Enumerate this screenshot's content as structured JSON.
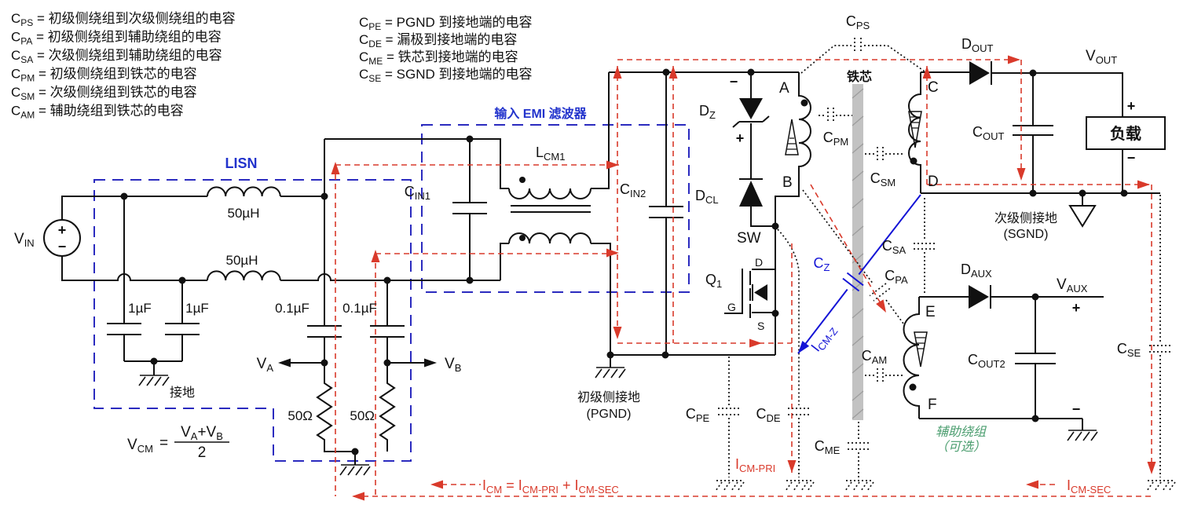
{
  "legend_left": [
    {
      "b": "C",
      "s": "PS",
      "rest": " = 初级侧绕组到次级侧绕组的电容"
    },
    {
      "b": "C",
      "s": "PA",
      "rest": " = 初级侧绕组到辅助绕组的电容"
    },
    {
      "b": "C",
      "s": "SA",
      "rest": " = 次级侧绕组到辅助绕组的电容"
    },
    {
      "b": "C",
      "s": "PM",
      "rest": " = 初级侧绕组到铁芯的电容"
    },
    {
      "b": "C",
      "s": "SM",
      "rest": " = 次级侧绕组到铁芯的电容"
    },
    {
      "b": "C",
      "s": "AM",
      "rest": " = 辅助绕组到铁芯的电容"
    }
  ],
  "legend_right": [
    {
      "b": "C",
      "s": "PE",
      "rest": " = PGND 到接地端的电容"
    },
    {
      "b": "C",
      "s": "DE",
      "rest": " = 漏极到接地端的电容"
    },
    {
      "b": "C",
      "s": "ME",
      "rest": " = 铁芯到接地端的电容"
    },
    {
      "b": "C",
      "s": "SE",
      "rest": " = SGND 到接地端的电容"
    }
  ],
  "sections": {
    "lisn": "LISN",
    "emi_filter": "输入 EMI 滤波器",
    "core": "铁芯",
    "aux_line1": "辅助绕组",
    "aux_line2": "（可选）",
    "load": "负载"
  },
  "grounds": {
    "earth": "接地",
    "pgnd_line1": "初级侧接地",
    "pgnd_line2": "(PGND)",
    "sgnd_line1": "次级侧接地",
    "sgnd_line2": "(SGND)"
  },
  "values": {
    "l_top": "50µH",
    "l_bot": "50µH",
    "c1": "1µF",
    "c2": "1µF",
    "c3": "0.1µF",
    "c4": "0.1µF",
    "r1": "50Ω",
    "r2": "50Ω"
  },
  "sym": {
    "vin": {
      "b": "V",
      "s": "IN"
    },
    "va": {
      "b": "V",
      "s": "A"
    },
    "vb": {
      "b": "V",
      "s": "B"
    },
    "vout": {
      "b": "V",
      "s": "OUT"
    },
    "vaux": {
      "b": "V",
      "s": "AUX"
    },
    "cin1": {
      "b": "C",
      "s": "IN1"
    },
    "cin2": {
      "b": "C",
      "s": "IN2"
    },
    "lcm1": {
      "b": "L",
      "s": "CM1"
    },
    "cout": {
      "b": "C",
      "s": "OUT"
    },
    "cout2": {
      "b": "C",
      "s": "OUT2"
    },
    "dout": {
      "b": "D",
      "s": "OUT"
    },
    "daux": {
      "b": "D",
      "s": "AUX"
    },
    "dz": {
      "b": "D",
      "s": "Z"
    },
    "dcl": {
      "b": "D",
      "s": "CL"
    },
    "q1": {
      "b": "Q",
      "s": "1"
    },
    "cps": {
      "b": "C",
      "s": "PS"
    },
    "cpa": {
      "b": "C",
      "s": "PA"
    },
    "csa": {
      "b": "C",
      "s": "SA"
    },
    "cpm": {
      "b": "C",
      "s": "PM"
    },
    "csm": {
      "b": "C",
      "s": "SM"
    },
    "cam": {
      "b": "C",
      "s": "AM"
    },
    "cpe": {
      "b": "C",
      "s": "PE"
    },
    "cde": {
      "b": "C",
      "s": "DE"
    },
    "cme": {
      "b": "C",
      "s": "ME"
    },
    "cse": {
      "b": "C",
      "s": "SE"
    },
    "cz": {
      "b": "C",
      "s": "Z"
    },
    "icmz": {
      "b": "I",
      "s": "CM-Z"
    },
    "icmpri": {
      "b": "I",
      "s": "CM-PRI"
    },
    "icmsec": {
      "b": "I",
      "s": "CM-SEC"
    }
  },
  "nodes": {
    "a": "A",
    "b": "B",
    "c": "C",
    "d": "D",
    "e": "E",
    "f": "F",
    "sw": "SW",
    "drain": "D",
    "gate": "G",
    "source": "S"
  },
  "marks": {
    "plus": "+",
    "minus": "−"
  },
  "formula": {
    "lhs_b": "V",
    "lhs_s": "CM",
    "eq": "=",
    "na_b": "V",
    "na_s": "A",
    "plus": "+",
    "nb_b": "V",
    "nb_s": "B",
    "den": "2"
  },
  "icm_equation": {
    "p1": "I",
    "s1": "CM",
    "p2": " = I",
    "s2": "CM-PRI",
    "p3": " + I",
    "s3": "CM-SEC"
  },
  "colors": {
    "wire": "#111111",
    "red": "#d93a2b",
    "blue_box": "#2b2bbf",
    "blue_text": "#2233cc",
    "blue_line": "#1414d6",
    "green": "#4a9d6e",
    "core": "#c2c2c2"
  }
}
